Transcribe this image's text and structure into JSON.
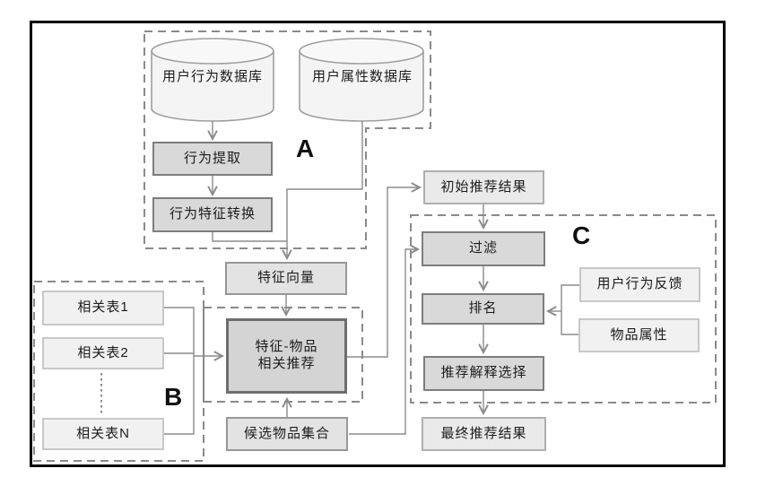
{
  "diagram": {
    "regions": {
      "a": {
        "label": "A"
      },
      "b": {
        "label": "B"
      },
      "c": {
        "label": "C"
      }
    },
    "nodes": {
      "user_behavior_db": {
        "label": "用户行为数据库"
      },
      "user_attribute_db": {
        "label": "用户属性数据库"
      },
      "behavior_extraction": {
        "label": "行为提取"
      },
      "behavior_feature_conversion": {
        "label": "行为特征转换"
      },
      "feature_vector": {
        "label": "特征向量"
      },
      "related_table_1": {
        "label": "相关表1"
      },
      "related_table_2": {
        "label": "相关表2"
      },
      "related_table_n": {
        "label": "相关表N"
      },
      "feature_item_recommendation": {
        "line1": "特征-物品",
        "line2": "相关推荐"
      },
      "candidate_item_set": {
        "label": "候选物品集合"
      },
      "initial_results": {
        "label": "初始推荐结果"
      },
      "filter": {
        "label": "过滤"
      },
      "ranking": {
        "label": "排名"
      },
      "user_behavior_feedback": {
        "label": "用户行为反馈"
      },
      "item_attributes": {
        "label": "物品属性"
      },
      "explanation_selection": {
        "label": "推荐解释选择"
      },
      "final_results": {
        "label": "最终推荐结果"
      }
    },
    "colors": {
      "connector": "#8c8c8c",
      "dashed_outline": "#8a8a8a",
      "medium_box_fill": "#d9d9d9",
      "light_box_fill": "#eaeaea",
      "strong_box_border": "#6e6e6e",
      "cylinder_fill": "#f4f4f4",
      "frame_border": "#000000"
    }
  }
}
